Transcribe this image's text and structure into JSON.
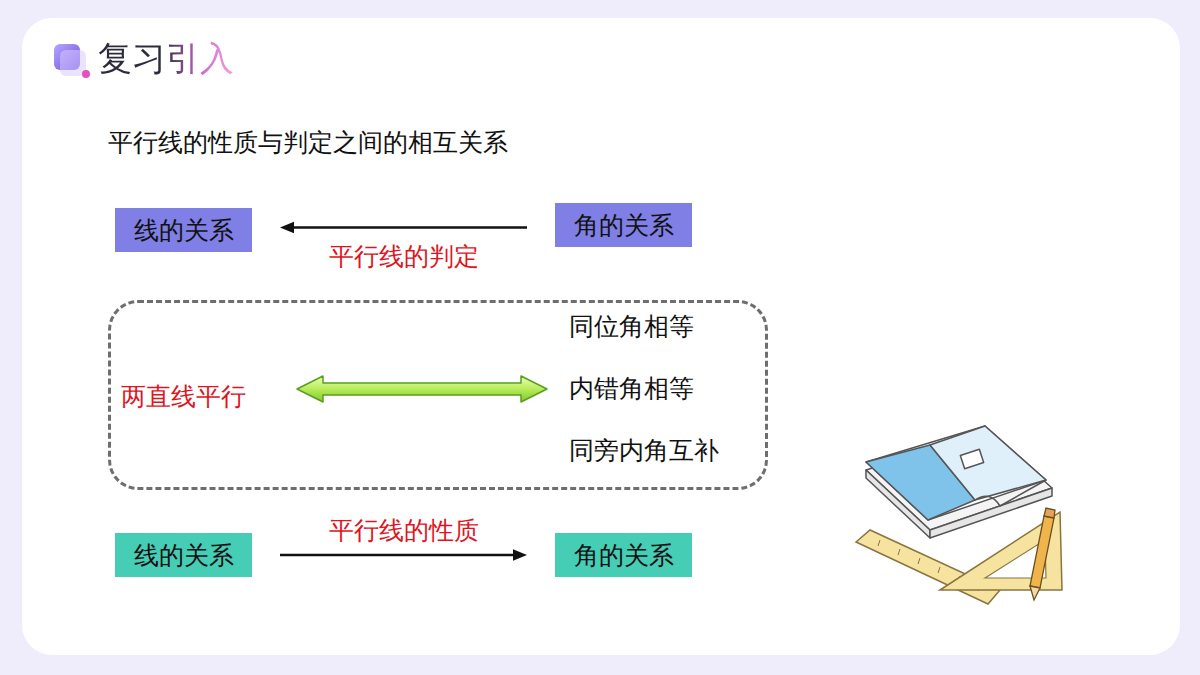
{
  "diagram": {
    "title": "复习引入",
    "nodes": [
      {
        "text": [
          "线的关系"
        ]
      },
      {
        "text": [
          "角的关系"
        ]
      },
      {
        "text": []
      },
      {
        "text": [
          "两直线平行"
        ],
        "in": 2
      },
      {
        "text": [
          "同位角相等",
          "内错角相等",
          "同旁内角互补"
        ],
        "in": 2
      },
      {
        "text": [
          "线的关系"
        ]
      },
      {
        "text": [
          "角的关系"
        ]
      }
    ],
    "edges": [
      {
        "from": 1,
        "to": 0,
        "arrow": "to",
        "label": "平行线的判定"
      },
      {
        "from": 3,
        "to": 4,
        "arrow": "both"
      },
      {
        "from": 5,
        "to": 6,
        "arrow": "to",
        "label": "平行线的性质"
      }
    ],
    "labels": [
      "平行线的性质与判定之间的相互关系"
    ]
  }
}
